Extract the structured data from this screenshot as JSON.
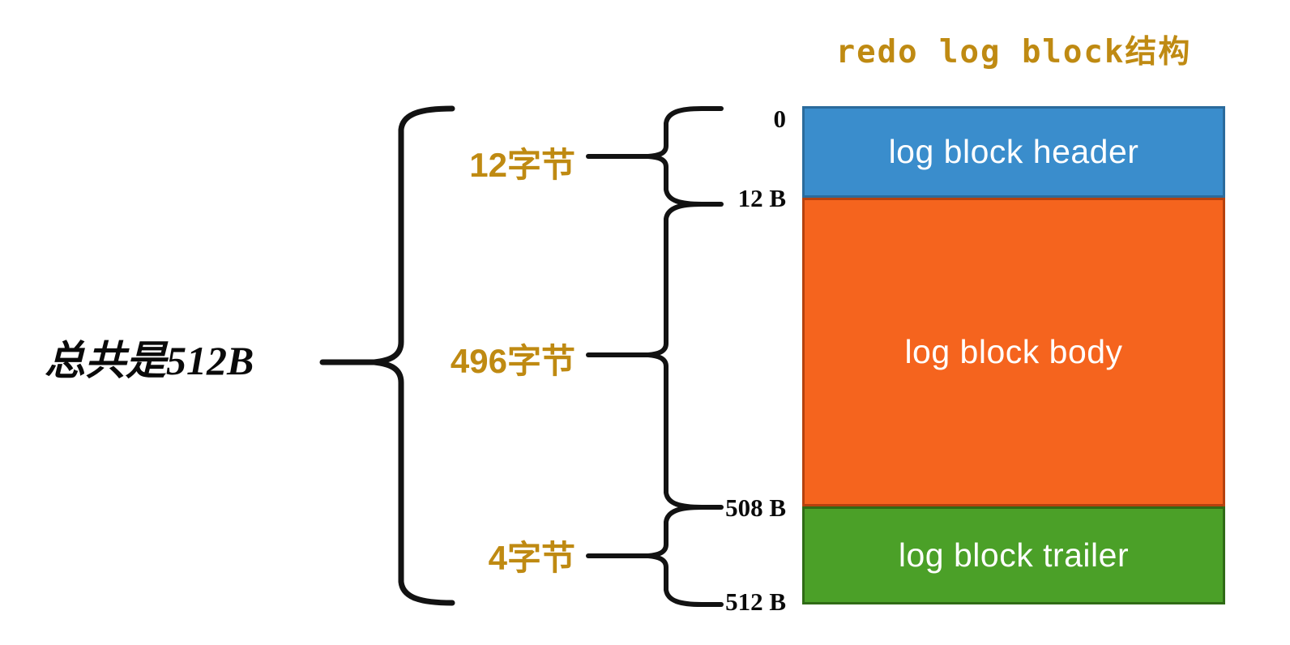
{
  "title": "redo log block结构",
  "colors": {
    "gold": "#bf8a12",
    "header_blue": "#3a8dcc",
    "header_blue_border": "#2b6b9c",
    "body_orange": "#f5641e",
    "body_orange_border": "#b5410e",
    "trailer_green": "#4ba028",
    "trailer_green_border": "#2f6b16",
    "ink_black": "#121212",
    "block_text": "#ffffff"
  },
  "total_label": "总共是512B",
  "blocks": [
    {
      "name": "log-block-header",
      "label": "log block header",
      "start_offset": "0",
      "end_offset": "12 B",
      "size_label": "12字节"
    },
    {
      "name": "log-block-body",
      "label": "log block body",
      "start_offset": "12 B",
      "end_offset": "508 B",
      "size_label": "496字节"
    },
    {
      "name": "log-block-trailer",
      "label": "log block trailer",
      "start_offset": "508 B",
      "end_offset": "512 B",
      "size_label": "4字节"
    }
  ],
  "offsets": [
    {
      "name": "offset-0",
      "text": "0"
    },
    {
      "name": "offset-12",
      "text": "12 B"
    },
    {
      "name": "offset-508",
      "text": "508 B"
    },
    {
      "name": "offset-512",
      "text": "512 B"
    }
  ],
  "byte_labels": [
    {
      "name": "byte-label-12",
      "text": "12字节"
    },
    {
      "name": "byte-label-496",
      "text": "496字节"
    },
    {
      "name": "byte-label-4",
      "text": "4字节"
    }
  ]
}
